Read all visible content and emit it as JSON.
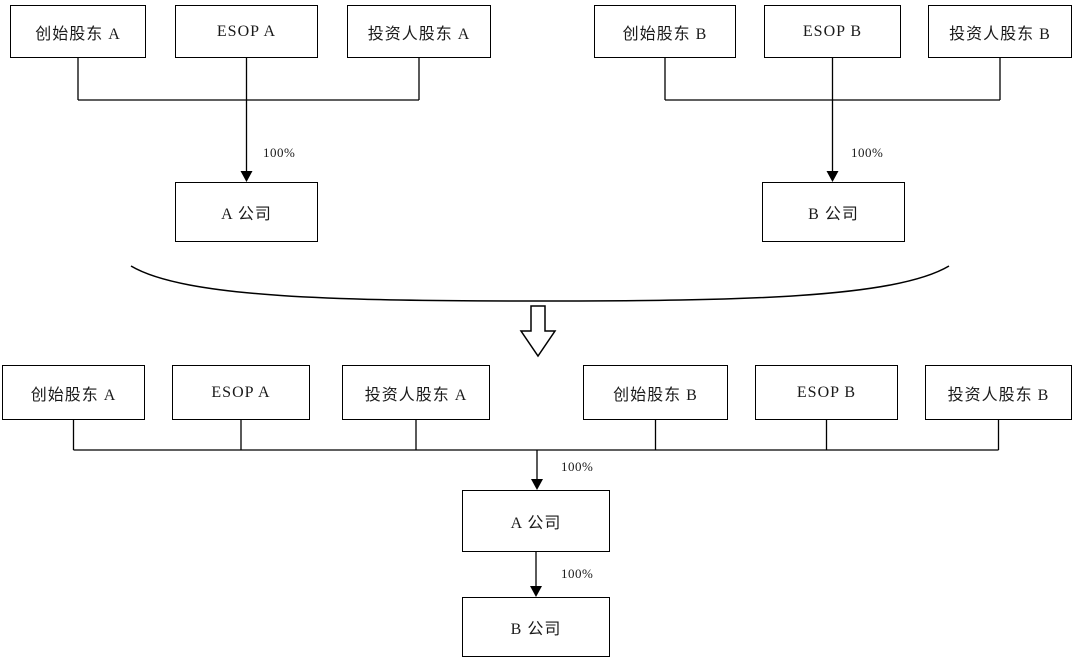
{
  "before": {
    "group_a": {
      "shareholders": [
        "创始股东 A",
        "ESOP A",
        "投资人股东 A"
      ],
      "ownership": "100%",
      "company": "A 公司"
    },
    "group_b": {
      "shareholders": [
        "创始股东 B",
        "ESOP B",
        "投资人股东 B"
      ],
      "ownership": "100%",
      "company": "B 公司"
    }
  },
  "after": {
    "shareholders": [
      "创始股东 A",
      "ESOP A",
      "投资人股东 A",
      "创始股东 B",
      "ESOP B",
      "投资人股东 B"
    ],
    "ownership_a": "100%",
    "company_a": "A 公司",
    "ownership_b": "100%",
    "company_b": "B 公司"
  },
  "colors": {
    "line": "#000000",
    "box_background": "#ffffff",
    "text": "#1a1a1a"
  }
}
